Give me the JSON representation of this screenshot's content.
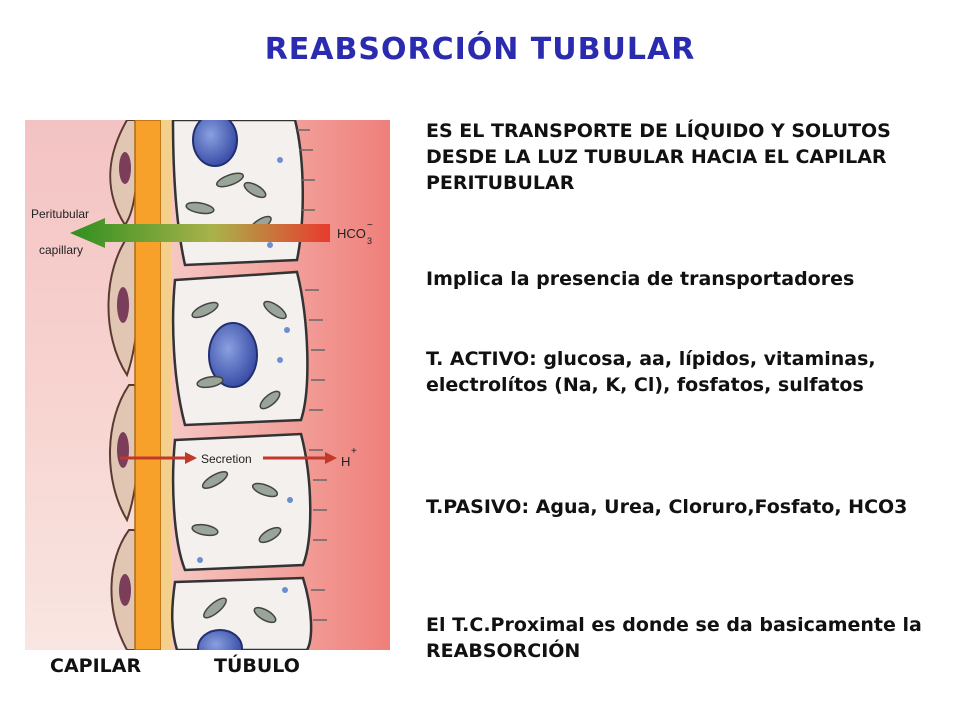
{
  "title": "REABSORCIÓN TUBULAR",
  "paragraphs": [
    "ES EL TRANSPORTE DE LÍQUIDO Y SOLUTOS DESDE LA LUZ TUBULAR HACIA EL CAPILAR PERITUBULAR",
    "Implica la presencia de transportadores",
    "T. ACTIVO: glucosa, aa, lípidos, vitaminas, electrolítos (Na, K, Cl), fosfatos, sulfatos",
    "T.PASIVO: Agua, Urea, Cloruro,Fosfato, HCO3",
    "El T.C.Proximal es donde se da basicamente la REABSORCIÓN"
  ],
  "figure": {
    "capillary_label_line1": "Peritubular",
    "capillary_label_line2": "capillary",
    "bicarbonate_label": "HCO",
    "bicarbonate_sub": "3",
    "bicarbonate_sup": "−",
    "secretion_label": "Secretion",
    "proton_label": "H",
    "proton_sup": "+"
  },
  "labels": {
    "capilar": "CAPILAR",
    "tubulo": "TÚBULO"
  },
  "colors": {
    "title": "#2b2bb0",
    "text": "#111111",
    "orange_membrane": "#f7a12a",
    "arrow_green": "#3d9a2a",
    "arrow_red": "#e03a2a",
    "nucleus": "#4a5fb8"
  }
}
